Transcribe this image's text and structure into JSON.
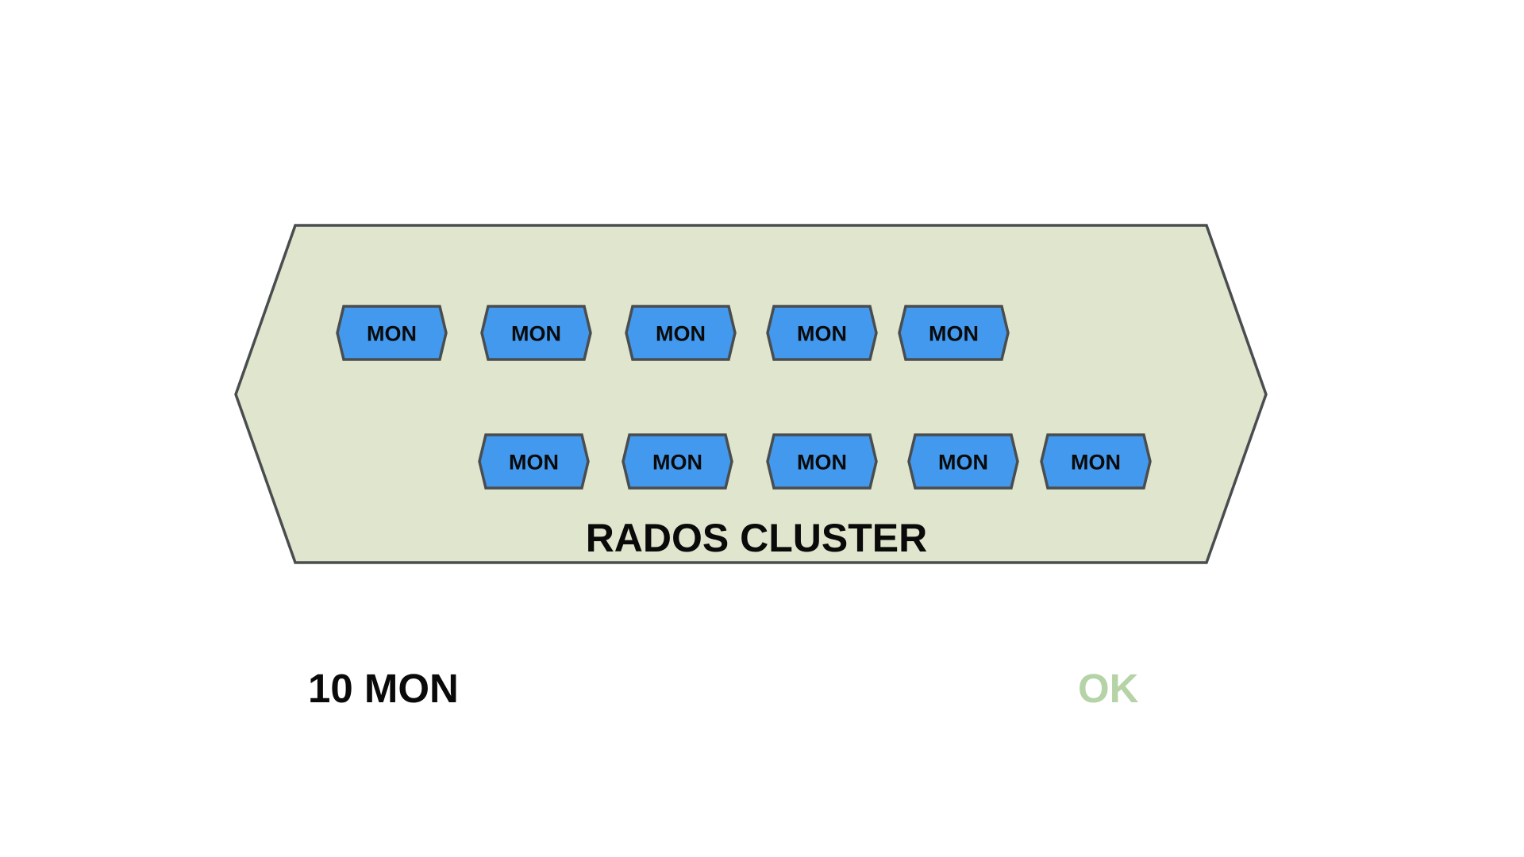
{
  "diagram": {
    "cluster_label": "RADOS CLUSTER",
    "node_label": "MON",
    "rows": [
      [
        "MON",
        "MON",
        "MON",
        "MON",
        "MON"
      ],
      [
        "MON",
        "MON",
        "MON",
        "MON",
        "MON"
      ]
    ]
  },
  "summary": {
    "mon_count_text": "10 MON",
    "status_text": "OK"
  },
  "colors": {
    "cluster_fill": "#dfe6cd",
    "cluster_stroke": "#4a4d4f",
    "node_fill": "#4299ee",
    "node_stroke": "#4a4d4f",
    "status_ok": "#b6d3a8",
    "text": "#0a0a0a"
  }
}
